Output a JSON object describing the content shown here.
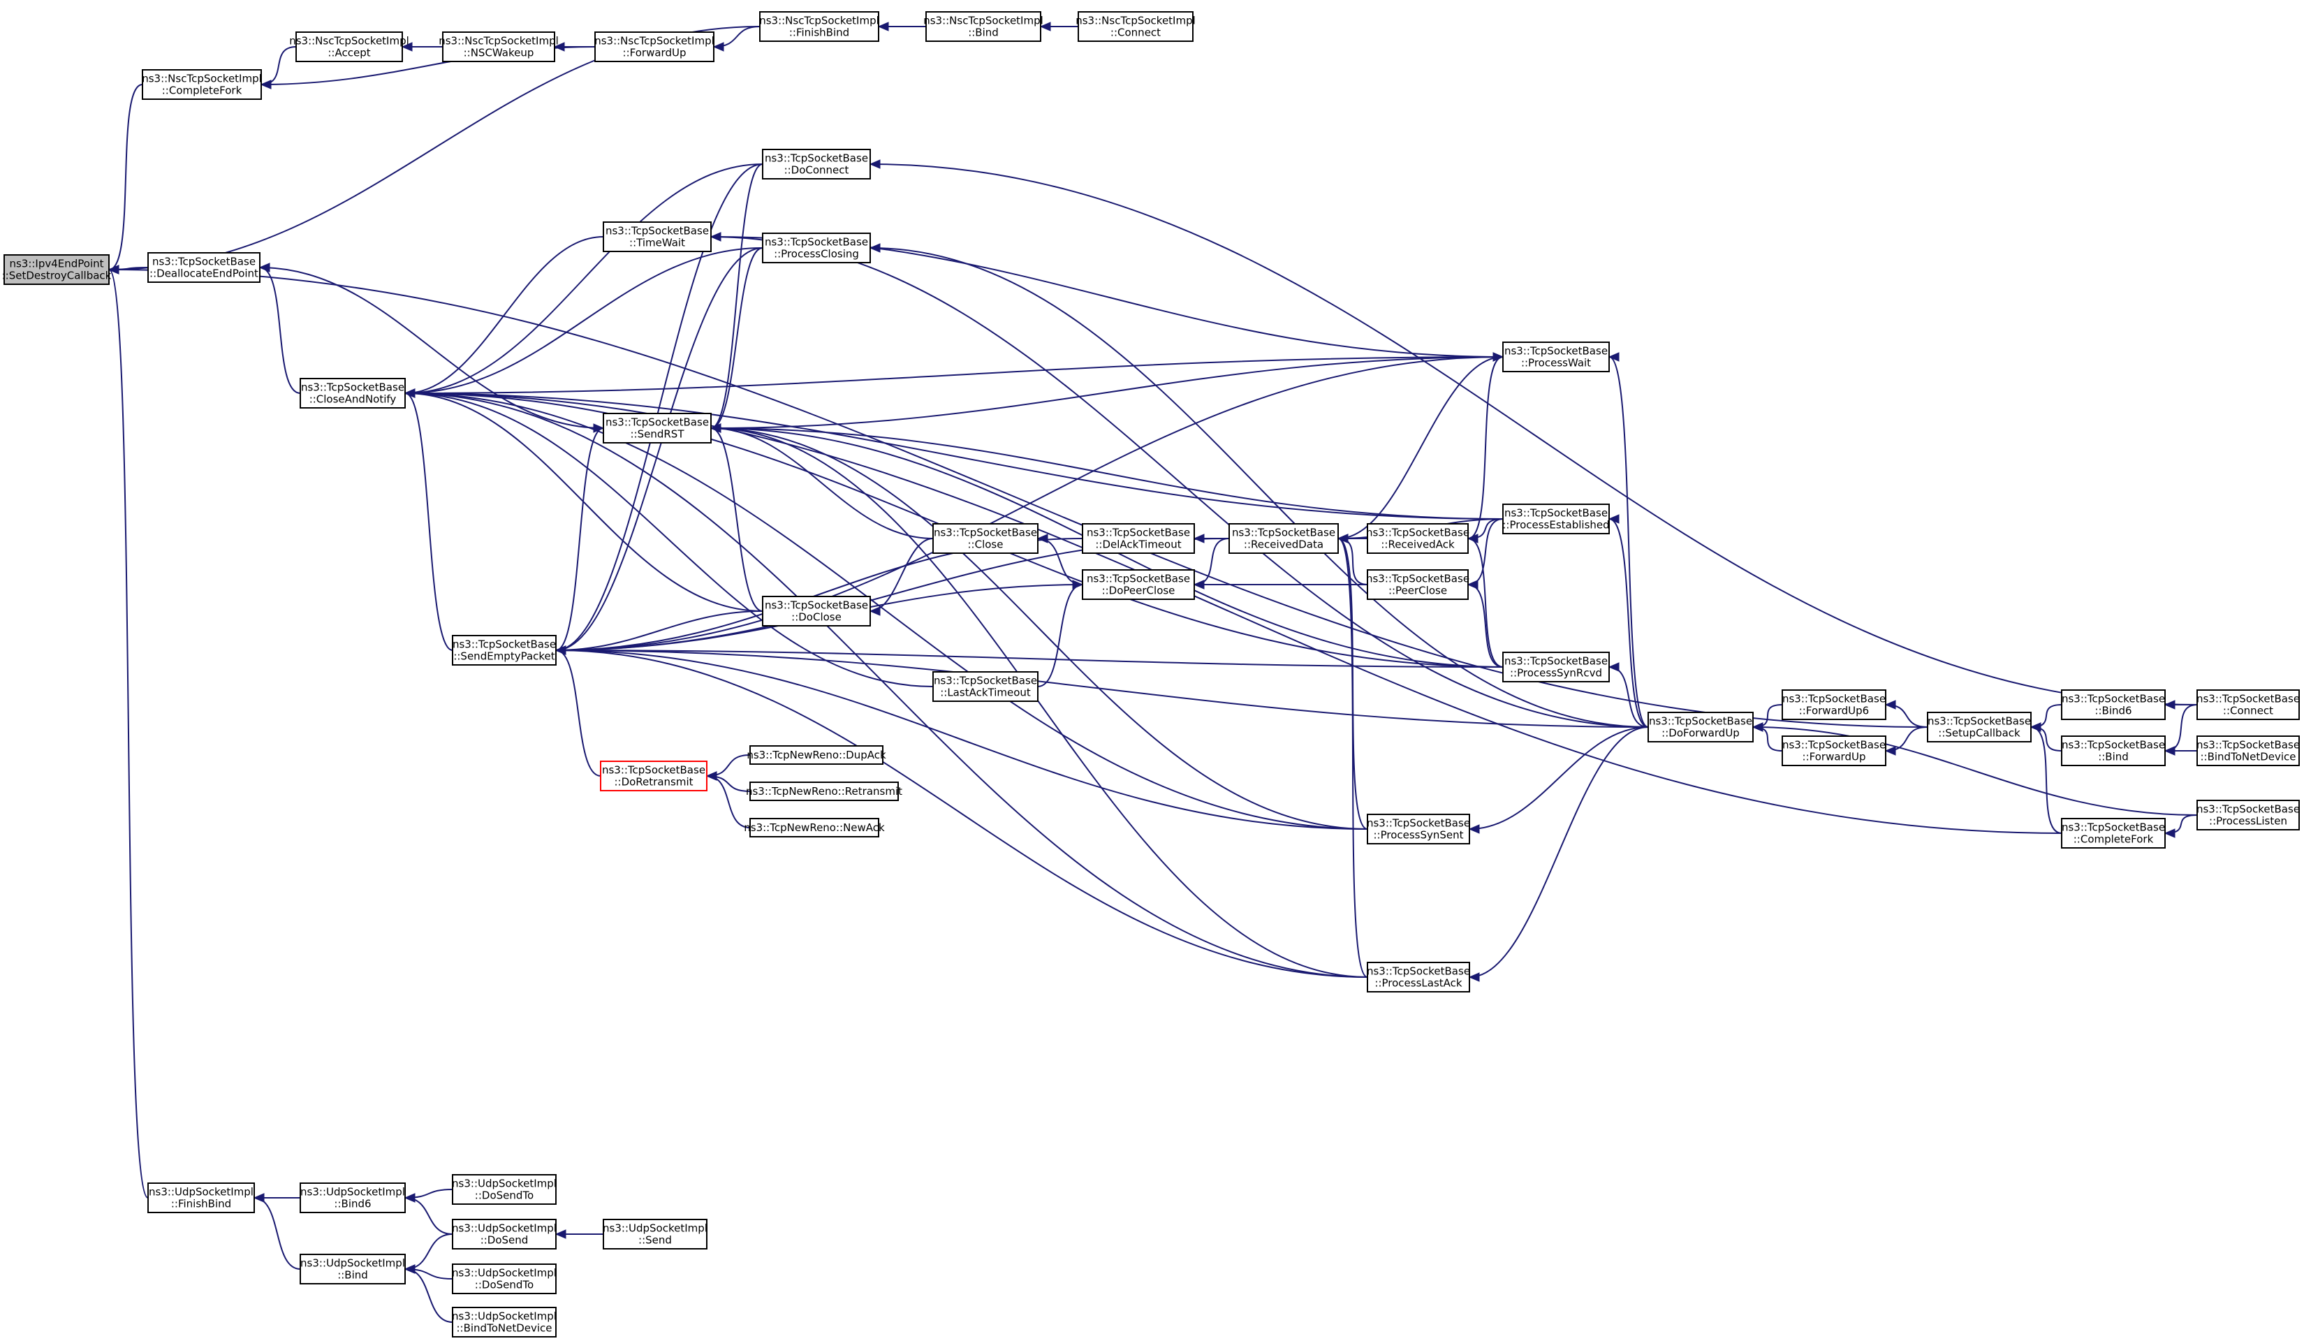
{
  "nodes": [
    {
      "id": "ipv4ep",
      "lines": [
        "ns3::Ipv4EndPoint",
        "::SetDestroyCallback"
      ],
      "root": true
    },
    {
      "id": "nsc_completefork",
      "lines": [
        "ns3::NscTcpSocketImpl",
        "::CompleteFork"
      ]
    },
    {
      "id": "nsc_accept",
      "lines": [
        "ns3::NscTcpSocketImpl",
        "::Accept"
      ]
    },
    {
      "id": "nsc_nscwakeup",
      "lines": [
        "ns3::NscTcpSocketImpl",
        "::NSCWakeup"
      ]
    },
    {
      "id": "nsc_forwardup",
      "lines": [
        "ns3::NscTcpSocketImpl",
        "::ForwardUp"
      ]
    },
    {
      "id": "nsc_finishbind",
      "lines": [
        "ns3::NscTcpSocketImpl",
        "::FinishBind"
      ]
    },
    {
      "id": "nsc_bind",
      "lines": [
        "ns3::NscTcpSocketImpl",
        "::Bind"
      ]
    },
    {
      "id": "nsc_connect",
      "lines": [
        "ns3::NscTcpSocketImpl",
        "::Connect"
      ]
    },
    {
      "id": "tsb_deallocate",
      "lines": [
        "ns3::TcpSocketBase",
        "::DeallocateEndPoint"
      ]
    },
    {
      "id": "tsb_closeandnotify",
      "lines": [
        "ns3::TcpSocketBase",
        "::CloseAndNotify"
      ]
    },
    {
      "id": "tsb_timewait",
      "lines": [
        "ns3::TcpSocketBase",
        "::TimeWait"
      ]
    },
    {
      "id": "tsb_sendrst",
      "lines": [
        "ns3::TcpSocketBase",
        "::SendRST"
      ]
    },
    {
      "id": "tsb_sendempty",
      "lines": [
        "ns3::TcpSocketBase",
        "::SendEmptyPacket"
      ]
    },
    {
      "id": "tsb_doretransmit",
      "lines": [
        "ns3::TcpSocketBase",
        "::DoRetransmit"
      ],
      "red": true
    },
    {
      "id": "tsb_doconnect",
      "lines": [
        "ns3::TcpSocketBase",
        "::DoConnect"
      ]
    },
    {
      "id": "tsb_processclosing",
      "lines": [
        "ns3::TcpSocketBase",
        "::ProcessClosing"
      ]
    },
    {
      "id": "tsb_close",
      "lines": [
        "ns3::TcpSocketBase",
        "::Close"
      ]
    },
    {
      "id": "tsb_doclose",
      "lines": [
        "ns3::TcpSocketBase",
        "::DoClose"
      ]
    },
    {
      "id": "tsb_lastacktimeout",
      "lines": [
        "ns3::TcpSocketBase",
        "::LastAckTimeout"
      ]
    },
    {
      "id": "tnr_dupack",
      "lines": [
        "ns3::TcpNewReno::DupAck"
      ]
    },
    {
      "id": "tnr_retransmit",
      "lines": [
        "ns3::TcpNewReno::Retransmit"
      ]
    },
    {
      "id": "tnr_newack",
      "lines": [
        "ns3::TcpNewReno::NewAck"
      ]
    },
    {
      "id": "tsb_delacktimeout",
      "lines": [
        "ns3::TcpSocketBase",
        "::DelAckTimeout"
      ]
    },
    {
      "id": "tsb_dopeerclose",
      "lines": [
        "ns3::TcpSocketBase",
        "::DoPeerClose"
      ]
    },
    {
      "id": "tsb_receiveddata",
      "lines": [
        "ns3::TcpSocketBase",
        "::ReceivedData"
      ]
    },
    {
      "id": "tsb_receivedack",
      "lines": [
        "ns3::TcpSocketBase",
        "::ReceivedAck"
      ]
    },
    {
      "id": "tsb_peerclose",
      "lines": [
        "ns3::TcpSocketBase",
        "::PeerClose"
      ]
    },
    {
      "id": "tsb_processsynsent",
      "lines": [
        "ns3::TcpSocketBase",
        "::ProcessSynSent"
      ]
    },
    {
      "id": "tsb_processlastack",
      "lines": [
        "ns3::TcpSocketBase",
        "::ProcessLastAck"
      ]
    },
    {
      "id": "tsb_processwait",
      "lines": [
        "ns3::TcpSocketBase",
        "::ProcessWait"
      ]
    },
    {
      "id": "tsb_processestablished",
      "lines": [
        "ns3::TcpSocketBase",
        "::ProcessEstablished"
      ]
    },
    {
      "id": "tsb_processsynrcvd",
      "lines": [
        "ns3::TcpSocketBase",
        "::ProcessSynRcvd"
      ]
    },
    {
      "id": "tsb_doforwardup",
      "lines": [
        "ns3::TcpSocketBase",
        "::DoForwardUp"
      ]
    },
    {
      "id": "tsb_forwardup6",
      "lines": [
        "ns3::TcpSocketBase",
        "::ForwardUp6"
      ]
    },
    {
      "id": "tsb_forwardup",
      "lines": [
        "ns3::TcpSocketBase",
        "::ForwardUp"
      ]
    },
    {
      "id": "tsb_setupcallback",
      "lines": [
        "ns3::TcpSocketBase",
        "::SetupCallback"
      ]
    },
    {
      "id": "tsb_bind6",
      "lines": [
        "ns3::TcpSocketBase",
        "::Bind6"
      ]
    },
    {
      "id": "tsb_bind",
      "lines": [
        "ns3::TcpSocketBase",
        "::Bind"
      ]
    },
    {
      "id": "tsb_completefork",
      "lines": [
        "ns3::TcpSocketBase",
        "::CompleteFork"
      ]
    },
    {
      "id": "tsb_connect",
      "lines": [
        "ns3::TcpSocketBase",
        "::Connect"
      ]
    },
    {
      "id": "tsb_bindtonetdevice",
      "lines": [
        "ns3::TcpSocketBase",
        "::BindToNetDevice"
      ]
    },
    {
      "id": "tsb_processlisten",
      "lines": [
        "ns3::TcpSocketBase",
        "::ProcessListen"
      ]
    },
    {
      "id": "udp_finishbind",
      "lines": [
        "ns3::UdpSocketImpl",
        "::FinishBind"
      ]
    },
    {
      "id": "udp_bind6",
      "lines": [
        "ns3::UdpSocketImpl",
        "::Bind6"
      ]
    },
    {
      "id": "udp_bind",
      "lines": [
        "ns3::UdpSocketImpl",
        "::Bind"
      ]
    },
    {
      "id": "udp_dosendto_a",
      "lines": [
        "ns3::UdpSocketImpl",
        "::DoSendTo"
      ]
    },
    {
      "id": "udp_dosend",
      "lines": [
        "ns3::UdpSocketImpl",
        "::DoSend"
      ]
    },
    {
      "id": "udp_send",
      "lines": [
        "ns3::UdpSocketImpl",
        "::Send"
      ]
    },
    {
      "id": "udp_dosendto_b",
      "lines": [
        "ns3::UdpSocketImpl",
        "::DoSendTo"
      ]
    },
    {
      "id": "udp_bindtonetdevice",
      "lines": [
        "ns3::UdpSocketImpl",
        "::BindToNetDevice"
      ]
    }
  ],
  "edges": [
    [
      "nsc_finishbind",
      "ipv4ep"
    ],
    [
      "nsc_completefork",
      "ipv4ep"
    ],
    [
      "tsb_deallocate",
      "ipv4ep"
    ],
    [
      "tsb_setupcallback",
      "ipv4ep"
    ],
    [
      "udp_finishbind",
      "ipv4ep"
    ],
    [
      "nsc_accept",
      "nsc_completefork"
    ],
    [
      "nsc_forwardup",
      "nsc_completefork"
    ],
    [
      "nsc_nscwakeup",
      "nsc_accept"
    ],
    [
      "nsc_forwardup",
      "nsc_nscwakeup"
    ],
    [
      "nsc_finishbind",
      "nsc_forwardup"
    ],
    [
      "nsc_bind",
      "nsc_finishbind"
    ],
    [
      "nsc_connect",
      "nsc_bind"
    ],
    [
      "tsb_closeandnotify",
      "tsb_deallocate"
    ],
    [
      "tsb_sendrst",
      "tsb_deallocate"
    ],
    [
      "tsb_doconnect",
      "tsb_closeandnotify"
    ],
    [
      "tsb_timewait",
      "tsb_closeandnotify"
    ],
    [
      "tsb_processclosing",
      "tsb_closeandnotify"
    ],
    [
      "tsb_processwait",
      "tsb_closeandnotify"
    ],
    [
      "tsb_processestablished",
      "tsb_closeandnotify"
    ],
    [
      "tsb_sendempty",
      "tsb_closeandnotify"
    ],
    [
      "tsb_doclose",
      "tsb_closeandnotify"
    ],
    [
      "tsb_lastacktimeout",
      "tsb_closeandnotify"
    ],
    [
      "tsb_processsynsent",
      "tsb_closeandnotify"
    ],
    [
      "tsb_processsynrcvd",
      "tsb_closeandnotify"
    ],
    [
      "tsb_processlastack",
      "tsb_closeandnotify"
    ],
    [
      "tsb_doconnect",
      "tsb_sendrst"
    ],
    [
      "tsb_processclosing",
      "tsb_sendrst"
    ],
    [
      "tsb_processwait",
      "tsb_sendrst"
    ],
    [
      "tsb_processestablished",
      "tsb_sendrst"
    ],
    [
      "tsb_close",
      "tsb_sendrst"
    ],
    [
      "tsb_doclose",
      "tsb_sendrst"
    ],
    [
      "tsb_processsynrcvd",
      "tsb_sendrst"
    ],
    [
      "tsb_processsynsent",
      "tsb_sendrst"
    ],
    [
      "tsb_processlastack",
      "tsb_sendrst"
    ],
    [
      "tsb_sendempty",
      "tsb_sendrst"
    ],
    [
      "tsb_doconnect",
      "tsb_sendempty"
    ],
    [
      "tsb_processclosing",
      "tsb_sendempty"
    ],
    [
      "tsb_receiveddata",
      "tsb_sendempty"
    ],
    [
      "tsb_doclose",
      "tsb_sendempty"
    ],
    [
      "tsb_delacktimeout",
      "tsb_sendempty"
    ],
    [
      "tsb_dopeerclose",
      "tsb_sendempty"
    ],
    [
      "tsb_doretransmit",
      "tsb_sendempty"
    ],
    [
      "tsb_processsynsent",
      "tsb_sendempty"
    ],
    [
      "tsb_processsynrcvd",
      "tsb_sendempty"
    ],
    [
      "tsb_processlastack",
      "tsb_sendempty"
    ],
    [
      "tsb_doforwardup",
      "tsb_sendempty"
    ],
    [
      "tsb_processwait",
      "tsb_sendempty"
    ],
    [
      "tsb_processwait",
      "tsb_timewait"
    ],
    [
      "tsb_doforwardup",
      "tsb_timewait"
    ],
    [
      "tnr_dupack",
      "tsb_doretransmit"
    ],
    [
      "tnr_retransmit",
      "tsb_doretransmit"
    ],
    [
      "tnr_newack",
      "tsb_doretransmit"
    ],
    [
      "tsb_connect",
      "tsb_doconnect"
    ],
    [
      "tsb_doforwardup",
      "tsb_processclosing"
    ],
    [
      "tsb_close",
      "tsb_doclose"
    ],
    [
      "tsb_dopeerclose",
      "tsb_close"
    ],
    [
      "tsb_receiveddata",
      "tsb_delacktimeout"
    ],
    [
      "tsb_receiveddata",
      "tsb_dopeerclose"
    ],
    [
      "tsb_peerclose",
      "tsb_dopeerclose"
    ],
    [
      "tsb_lastacktimeout",
      "tsb_dopeerclose"
    ],
    [
      "tsb_receivedack",
      "tsb_receiveddata"
    ],
    [
      "tsb_processestablished",
      "tsb_receiveddata"
    ],
    [
      "tsb_peerclose",
      "tsb_receiveddata"
    ],
    [
      "tsb_processsynsent",
      "tsb_receiveddata"
    ],
    [
      "tsb_processlastack",
      "tsb_receiveddata"
    ],
    [
      "tsb_processestablished",
      "tsb_receivedack"
    ],
    [
      "tsb_processsynrcvd",
      "tsb_receivedack"
    ],
    [
      "tsb_processestablished",
      "tsb_peerclose"
    ],
    [
      "tsb_processsynrcvd",
      "tsb_peerclose"
    ],
    [
      "tsb_receiveddata",
      "tsb_processwait"
    ],
    [
      "tsb_receivedack",
      "tsb_processwait"
    ],
    [
      "tsb_doforwardup",
      "tsb_processwait"
    ],
    [
      "tsb_doforwardup",
      "tsb_processestablished"
    ],
    [
      "tsb_doforwardup",
      "tsb_processsynrcvd"
    ],
    [
      "tsb_doforwardup",
      "tsb_processsynsent"
    ],
    [
      "tsb_doforwardup",
      "tsb_processlastack"
    ],
    [
      "tsb_forwardup6",
      "tsb_doforwardup"
    ],
    [
      "tsb_forwardup",
      "tsb_doforwardup"
    ],
    [
      "tsb_setupcallback",
      "tsb_forwardup6"
    ],
    [
      "tsb_setupcallback",
      "tsb_forwardup"
    ],
    [
      "tsb_bind6",
      "tsb_setupcallback"
    ],
    [
      "tsb_bind",
      "tsb_setupcallback"
    ],
    [
      "tsb_completefork",
      "tsb_setupcallback"
    ],
    [
      "tsb_connect",
      "tsb_bind6"
    ],
    [
      "tsb_connect",
      "tsb_bind"
    ],
    [
      "tsb_bindtonetdevice",
      "tsb_bind"
    ],
    [
      "tsb_processlisten",
      "tsb_completefork"
    ],
    [
      "tsb_processlisten",
      "tsb_doforwardup"
    ],
    [
      "tsb_completefork",
      "tsb_closeandnotify"
    ],
    [
      "udp_bind6",
      "udp_finishbind"
    ],
    [
      "udp_bind",
      "udp_finishbind"
    ],
    [
      "udp_dosendto_a",
      "udp_bind6"
    ],
    [
      "udp_dosend",
      "udp_bind6"
    ],
    [
      "udp_dosend",
      "udp_bind"
    ],
    [
      "udp_send",
      "udp_dosend"
    ],
    [
      "udp_dosendto_b",
      "udp_bind"
    ],
    [
      "udp_bindtonetdevice",
      "udp_bind"
    ]
  ]
}
